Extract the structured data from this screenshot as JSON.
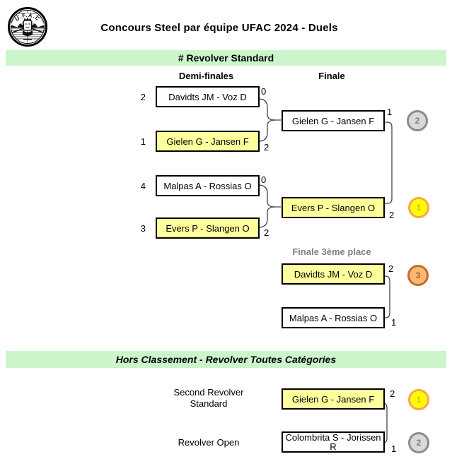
{
  "title": "Concours Steel par équipe UFAC 2024 - Duels",
  "logo": {
    "name": "ufac-club-seal",
    "text": "U.F.A.C"
  },
  "section1": {
    "header": "# Revolver Standard",
    "columns": {
      "semi": "Demi-finales",
      "final": "Finale"
    },
    "semifinals": [
      {
        "seed": "2",
        "team": "Davidts JM - Voz D",
        "score": "0",
        "winner": false
      },
      {
        "seed": "1",
        "team": "Gielen G - Jansen F",
        "score": "2",
        "winner": true
      },
      {
        "seed": "4",
        "team": "Malpas A - Rossias O",
        "score": "0",
        "winner": false
      },
      {
        "seed": "3",
        "team": "Evers P - Slangen O",
        "score": "2",
        "winner": true
      }
    ],
    "final": [
      {
        "team": "Gielen G - Jansen F",
        "score": "1",
        "winner": false,
        "medal": "2"
      },
      {
        "team": "Evers P - Slangen O",
        "score": "2",
        "winner": true,
        "medal": "1"
      }
    ],
    "third_place": {
      "header": "Finale 3ème place",
      "matches": [
        {
          "team": "Davidts JM - Voz D",
          "score": "2",
          "winner": true,
          "medal": "3"
        },
        {
          "team": "Malpas A - Rossias O",
          "score": "1",
          "winner": false
        }
      ]
    }
  },
  "section2": {
    "header": "Hors Classement  - Revolver Toutes Catégories",
    "rows": [
      {
        "label": "Second Revolver Standard",
        "team": "Gielen G - Jansen F",
        "score": "2",
        "winner": true,
        "medal": "1"
      },
      {
        "label": "Revolver Open",
        "team": "Colombrita S - Jorissen R",
        "score": "1",
        "winner": false,
        "medal": "2"
      }
    ]
  },
  "colors": {
    "section_header_bg": "#ccf5cc",
    "winner_yellow": "#ffff9e",
    "gold_fill": "#ffff00",
    "gold_border": "#ffa640",
    "silver_fill": "#d9d9d9",
    "silver_border": "#8c8c8c",
    "bronze_fill": "#f8b871",
    "bronze_border": "#c86a2a"
  }
}
